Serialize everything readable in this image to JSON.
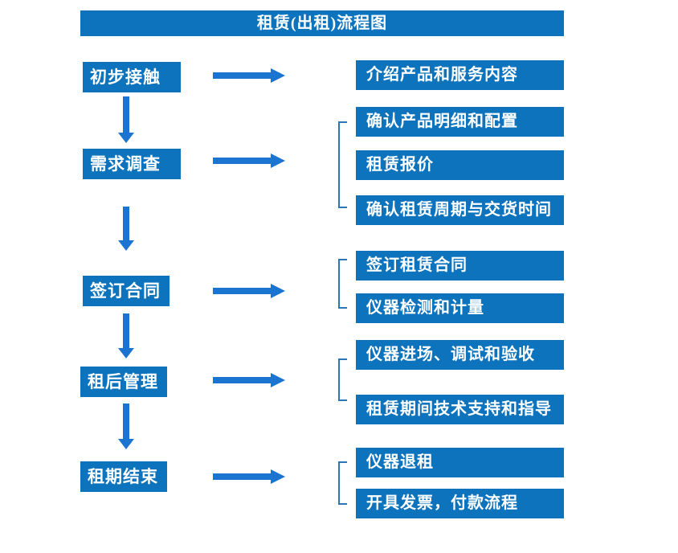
{
  "title": "租赁(出租)流程图",
  "colors": {
    "box_blue": "#0d73bd",
    "arrow_blue": "#1a74d0",
    "bracket_blue": "#2e75b6",
    "text": "#ffffff",
    "background": "#ffffff"
  },
  "stages": [
    {
      "label": "初步接触",
      "details": [
        "介绍产品和服务内容"
      ]
    },
    {
      "label": "需求调查",
      "details": [
        "确认产品明细和配置",
        "租赁报价",
        "确认租赁周期与交货时间"
      ]
    },
    {
      "label": "签订合同",
      "details": [
        "签订租赁合同",
        "仪器检测和计量"
      ]
    },
    {
      "label": "租后管理",
      "details": [
        "仪器进场、调试和验收",
        "租赁期间技术支持和指导"
      ]
    },
    {
      "label": "租期结束",
      "details": [
        "仪器退租",
        "开具发票，付款流程"
      ]
    }
  ]
}
